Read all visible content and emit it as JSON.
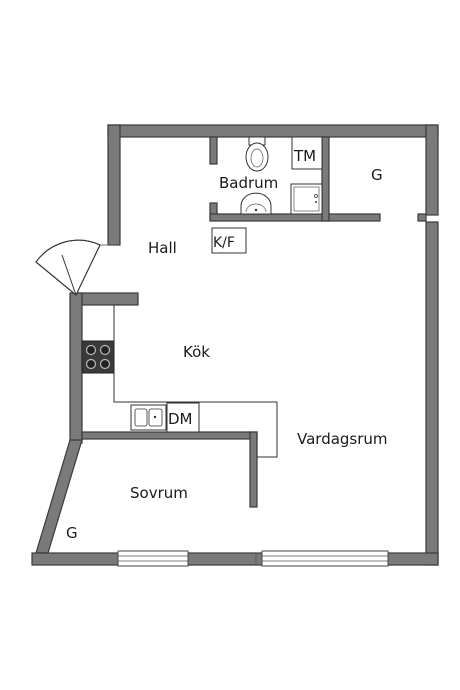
{
  "rooms": {
    "hall": "Hall",
    "kok": "Kök",
    "badrum": "Badrum",
    "tm": "TM",
    "kf": "K/F",
    "dm": "DM",
    "vardagsrum": "Vardagsrum",
    "sovrum": "Sovrum",
    "garderob_top": "G",
    "garderob_bottom": "G"
  },
  "colors": {
    "wall": "#7a7a7a",
    "wall_outline": "#3a3a3a",
    "background": "#ffffff"
  }
}
